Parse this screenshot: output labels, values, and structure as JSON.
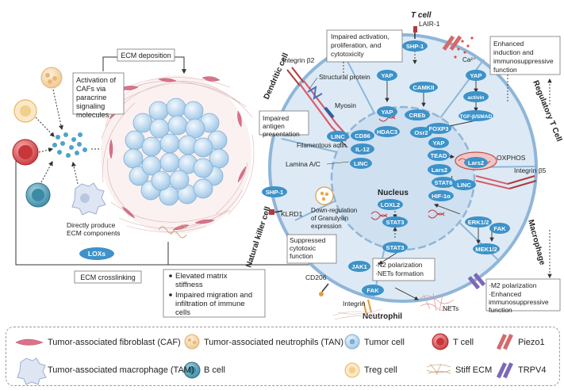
{
  "left": {
    "ecm_deposition": "ECM deposition",
    "activation_text": "Activation of CAFs via paracrine signaling molecules",
    "directly_produce": "Directly produce ECM components",
    "loxs": "LOXs",
    "ecm_crosslinking": "ECM crosslinking",
    "stiffness_bullets": [
      "Elevated matrix stiffness",
      "Impaired migration and infiltration of immune cells"
    ]
  },
  "sections": {
    "t_cell": "T cell",
    "dendritic_cell": "Dendritic cell",
    "regulatory_t_cell": "Regulatory T Cell",
    "macrophage": "Macrophage",
    "natural_killer_cell": "Natural killer cell",
    "neutrophil": "Neutrophil",
    "nucleus": "Nucleus"
  },
  "boxes": {
    "t_cell_effect": "Impaired activation, proliferation, and cytotoxicity",
    "treg_effect": "Enhanced induction and immunosuppressive function",
    "dc_effect": "Impaired antigen presentation",
    "nk_effect": "Suppressed cytotoxic function",
    "neutrophil_effect": "·N2 polarization ·NETs formation",
    "macrophage_effect": "·M2 polarization ·Enhanced immunosuppressive function"
  },
  "labels": {
    "lair1": "LAIR-1",
    "ca": "Ca²⁺",
    "integrin_b2": "Integrin β2",
    "structural_protein": "Structural protein",
    "myosin": "Myosin",
    "filamentous_actin": "Filamentous actin",
    "lamina": "Lamina A/C",
    "oxphos": "OXPHOS",
    "integrin_b5": "Integrin β5",
    "klrd1": "KLRD1",
    "granulysin": "Down-regulation of Granulysin expression",
    "cd206": "CD206",
    "integrin": "Integrin",
    "nets": "NETs"
  },
  "pills": {
    "shp1_t": "SHP-1",
    "yap_t": "YAP",
    "camkii": "CAMKII",
    "yap_t2": "YAP",
    "creb": "CREb",
    "hdac3": "HDAC3",
    "osr2": "Osr2",
    "yap_treg": "YAP",
    "activin": "activin",
    "tgfb": "TGF-β/SMAD",
    "foxp3": "FOXP3",
    "yap_n": "YAP",
    "tead": "TEAD",
    "lars2_n": "Lars2",
    "lars2": "Lars2",
    "linc_dc": "LINC",
    "cd86": "CD86",
    "il12": "IL-12",
    "linc_n": "LINC",
    "loxl2": "LOXL2",
    "stat6": "STAT6",
    "hif": "HIF-1α",
    "linc_m": "LINC",
    "stat3_n": "STAT3",
    "shp1_nk": "SHP-1",
    "stat3": "STAT3",
    "jak1": "JAK1",
    "fak_neu": "FAK",
    "erk": "ERK1/2",
    "fak_m": "FAK",
    "mek": "MEK1/2"
  },
  "legend": {
    "caf": "Tumor-associated fibroblast (CAF)",
    "tan": "Tumor-associated neutrophils (TAN)",
    "tumor": "Tumor cell",
    "tcell": "T cell",
    "piezo": "Piezo1",
    "tam": "Tumor-associated macrophage (TAM)",
    "bcell": "B cell",
    "treg": "Treg cell",
    "stiff": "Stiff ECM",
    "trpv4": "TRPV4"
  },
  "colors": {
    "pill": "#3d92c9",
    "cell_fill": "#ddeaf5",
    "nucleus_fill": "#cfe0f0",
    "membrane": "#8fb6d8",
    "tumor": "#b7d7ee",
    "tcell_red": "#d94a4a",
    "fibroblast": "#d9738a"
  }
}
